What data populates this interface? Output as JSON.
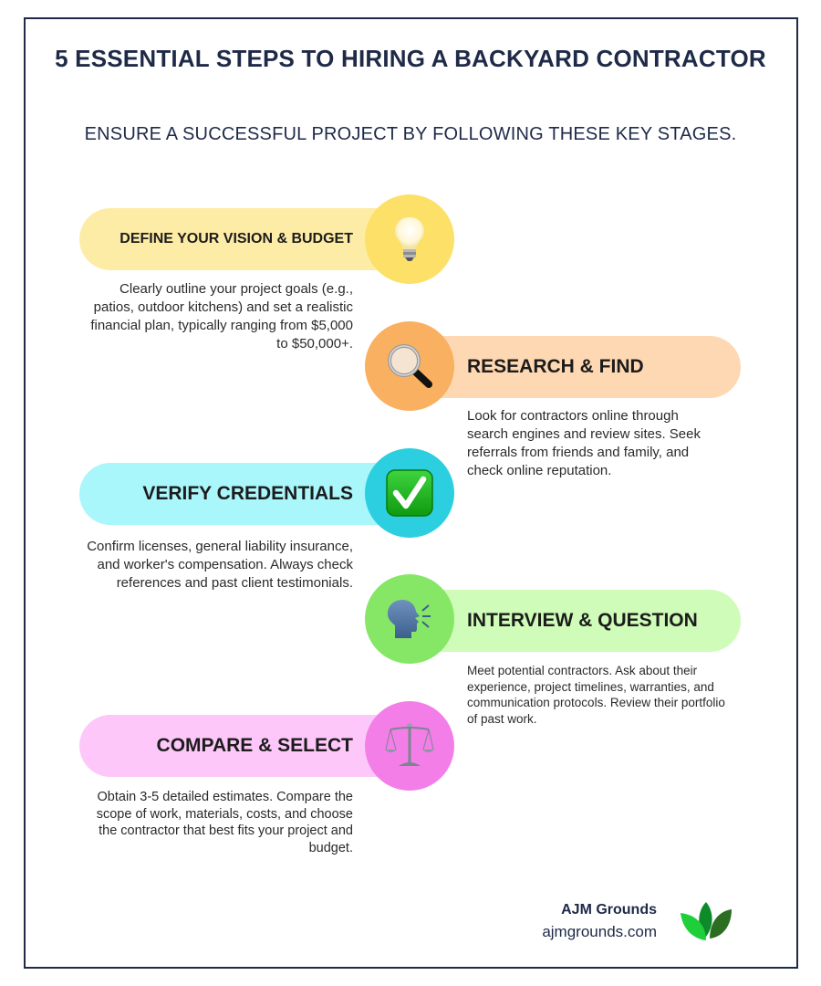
{
  "header": {
    "title": "5 ESSENTIAL STEPS TO HIRING A BACKYARD CONTRACTOR",
    "subtitle": "ENSURE A SUCCESSFUL PROJECT BY FOLLOWING THESE KEY STAGES."
  },
  "steps": [
    {
      "title": "DEFINE YOUR VISION & BUDGET",
      "description": "Clearly outline your project goals (e.g., patios, outdoor kitchens) and set a realistic financial plan, typically ranging from $5,000 to $50,000+.",
      "icon": "lightbulb-icon",
      "side": "left",
      "pill_color": "#fdeca6",
      "circle_color": "#fde068"
    },
    {
      "title": "RESEARCH & FIND",
      "description": "Look for contractors online through search engines and review sites. Seek referrals from friends and family, and check online reputation.",
      "icon": "magnifying-glass-icon",
      "side": "right",
      "pill_color": "#fed8b2",
      "circle_color": "#f9b060"
    },
    {
      "title": "VERIFY CREDENTIALS",
      "description": "Confirm licenses, general liability insurance, and worker's compensation. Always check references and past client testimonials.",
      "icon": "check-mark-icon",
      "side": "left",
      "pill_color": "#a9f6fb",
      "circle_color": "#2ccfe0"
    },
    {
      "title": "INTERVIEW & QUESTION",
      "description": "Meet potential contractors. Ask about their experience, project timelines, warranties, and communication protocols. Review their portfolio of past work.",
      "icon": "speaking-head-icon",
      "side": "right",
      "pill_color": "#cffcb8",
      "circle_color": "#86e666"
    },
    {
      "title": "COMPARE & SELECT",
      "description": "Obtain 3-5 detailed estimates. Compare the scope of work, materials, costs, and choose the contractor that best fits your project and budget.",
      "icon": "balance-scale-icon",
      "side": "left",
      "pill_color": "#fdc8f9",
      "circle_color": "#f47ee8"
    }
  ],
  "footer": {
    "brand_name": "AJM Grounds",
    "brand_url": "ajmgrounds.com",
    "logo_icon": "leaf-logo-icon"
  },
  "colors": {
    "navy": "#1f2a48",
    "text": "#1c1c1c"
  }
}
